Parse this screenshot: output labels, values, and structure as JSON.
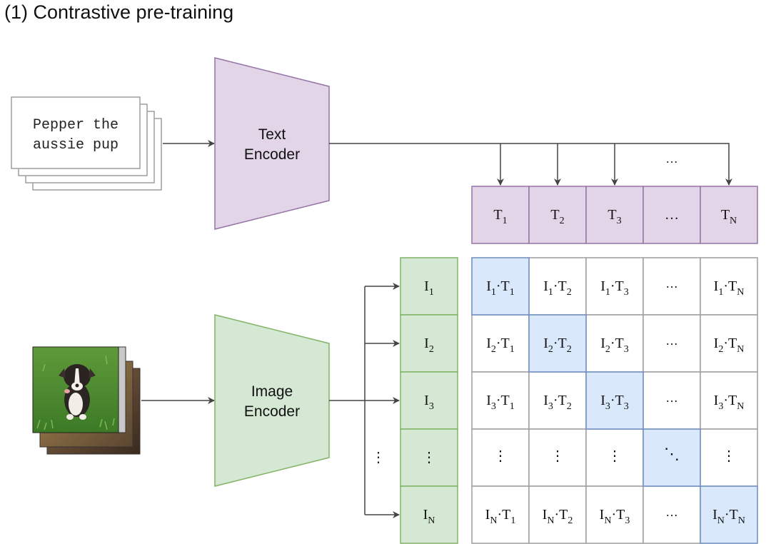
{
  "title": "(1) Contrastive pre-training",
  "text_input": {
    "line1": "Pepper the",
    "line2": "aussie pup"
  },
  "text_encoder": {
    "line1": "Text",
    "line2": "Encoder"
  },
  "image_encoder": {
    "line1": "Image",
    "line2": "Encoder"
  },
  "text_embeddings": [
    {
      "base": "T",
      "sub": "1"
    },
    {
      "base": "T",
      "sub": "2"
    },
    {
      "base": "T",
      "sub": "3"
    },
    {
      "base": "…",
      "sub": ""
    },
    {
      "base": "T",
      "sub": "N"
    }
  ],
  "image_embeddings": [
    {
      "base": "I",
      "sub": "1"
    },
    {
      "base": "I",
      "sub": "2"
    },
    {
      "base": "I",
      "sub": "3"
    },
    {
      "base": "⋮",
      "sub": ""
    },
    {
      "base": "I",
      "sub": "N"
    }
  ],
  "arrow_ellipsis_top": "…",
  "arrow_ellipsis_left": "⋮",
  "matrix_cols": [
    "1",
    "2",
    "3",
    "…",
    "N"
  ],
  "matrix_rows": [
    "1",
    "2",
    "3",
    "⋮",
    "N"
  ],
  "ellipsis_cell": "…",
  "vertical_ellipsis_cell": "⋮",
  "diagonal_ellipsis_cell": "⋱",
  "colors": {
    "text_encoder_fill": "#e1d5e7",
    "text_encoder_stroke": "#9673a6",
    "image_encoder_fill": "#d5e8d4",
    "image_encoder_stroke": "#82b366",
    "diagonal_fill": "#dae8fc",
    "diagonal_stroke": "#6c8ebf",
    "grid_stroke": "#9e9e9e",
    "arrow": "#444444"
  },
  "icons": [
    "stacked-text-cards-icon",
    "stacked-dog-photos-icon"
  ]
}
